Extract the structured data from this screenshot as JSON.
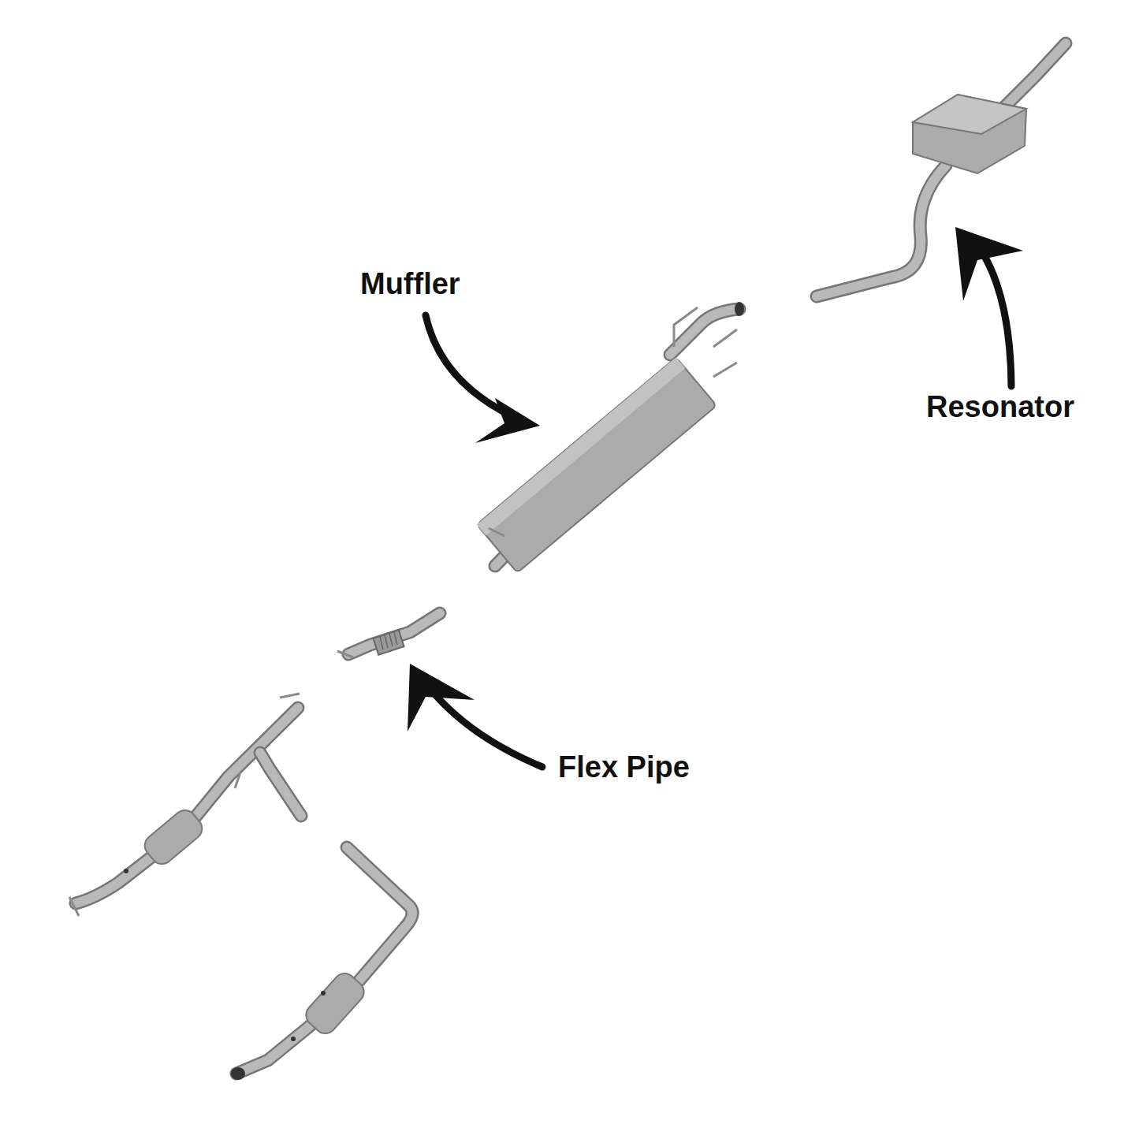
{
  "diagram": {
    "labels": [
      "Muffler",
      "Resonator",
      "Flex Pipe"
    ]
  }
}
